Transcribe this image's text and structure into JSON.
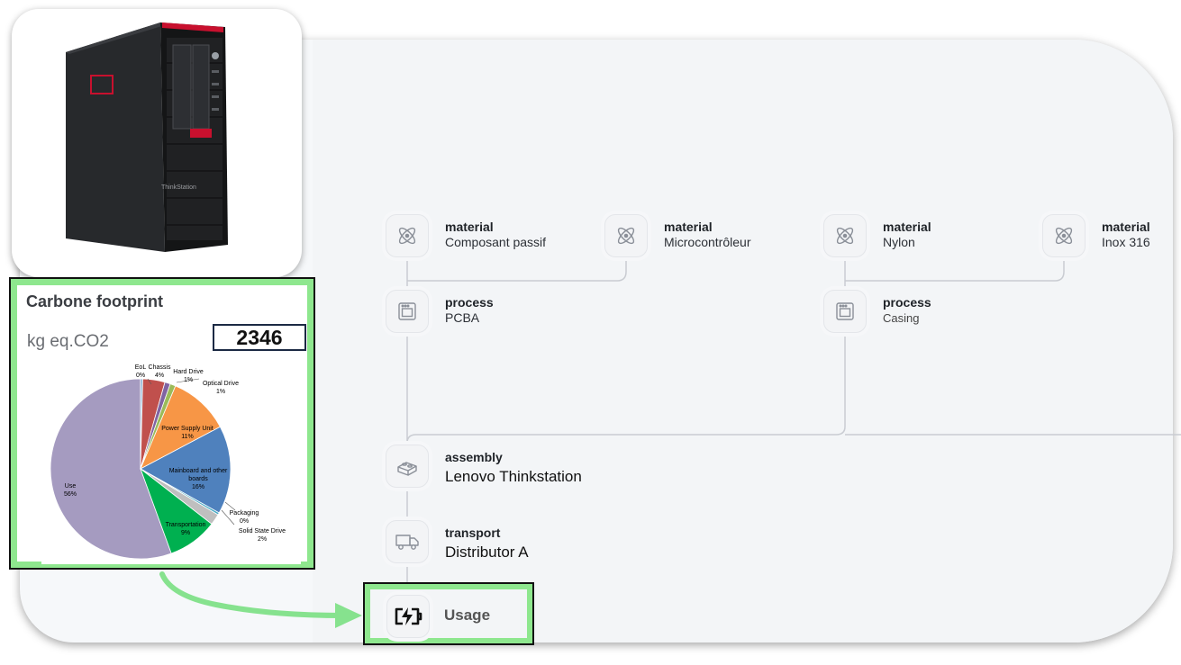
{
  "flow": {
    "materials": [
      {
        "kind": "material",
        "name": "Composant passif"
      },
      {
        "kind": "material",
        "name": "Microcontrôleur"
      },
      {
        "kind": "material",
        "name": "Nylon"
      },
      {
        "kind": "material",
        "name": "Inox 316"
      }
    ],
    "processes": [
      {
        "kind": "process",
        "name": "PCBA"
      },
      {
        "kind": "process",
        "name": "Casing"
      }
    ],
    "assembly": {
      "kind": "assembly",
      "name": "Lenovo Thinkstation"
    },
    "transport": {
      "kind": "transport",
      "name": "Distributor A"
    },
    "usage": {
      "label": "Usage"
    }
  },
  "product": {
    "brand_text": "ThinkStation"
  },
  "carbon": {
    "title": "Carbone footprint",
    "unit": "kg eq.CO2",
    "value": "2346"
  },
  "chart_data": {
    "type": "pie",
    "slices": [
      {
        "label": "Use",
        "value": 56,
        "color": "#a59bc0"
      },
      {
        "label": "EoL",
        "value": 0,
        "color": "#8fb6d8"
      },
      {
        "label": "Chassis",
        "value": 4,
        "color": "#c0504d"
      },
      {
        "label": "Hard Drive",
        "value": 1,
        "color": "#8064a2"
      },
      {
        "label": "Optical Drive",
        "value": 1,
        "color": "#9bbb59"
      },
      {
        "label": "Power Supply Unit",
        "value": 11,
        "color": "#f79646"
      },
      {
        "label": "Mainboard and other boards",
        "value": 16,
        "color": "#4f81bd"
      },
      {
        "label": "Packaging",
        "value": 0,
        "color": "#4bacc6"
      },
      {
        "label": "Solid State Drive",
        "value": 2,
        "color": "#bfbfbf"
      },
      {
        "label": "Transportation",
        "value": 9,
        "color": "#00b050"
      }
    ],
    "label_texts": {
      "eol": "EoL",
      "eol_pct": "0%",
      "chassis": "Chassis",
      "chassis_pct": "4%",
      "hard_drive": "Hard Drive",
      "hard_drive_pct": "1%",
      "optical": "Optical Drive",
      "optical_pct": "1%",
      "psu": "Power Supply Unit",
      "psu_pct": "11%",
      "mainboard_1": "Mainboard and other",
      "mainboard_2": "boards",
      "mainboard_pct": "16%",
      "packaging": "Packaging",
      "packaging_pct": "0%",
      "ssd": "Solid State Drive",
      "ssd_pct": "2%",
      "transport": "Transportation",
      "transport_pct": "9%",
      "use": "Use",
      "use_pct": "56%"
    }
  },
  "colors": {
    "highlight": "#8ee78e",
    "connector": "#c9ccd2",
    "arrow": "#86e28e"
  }
}
